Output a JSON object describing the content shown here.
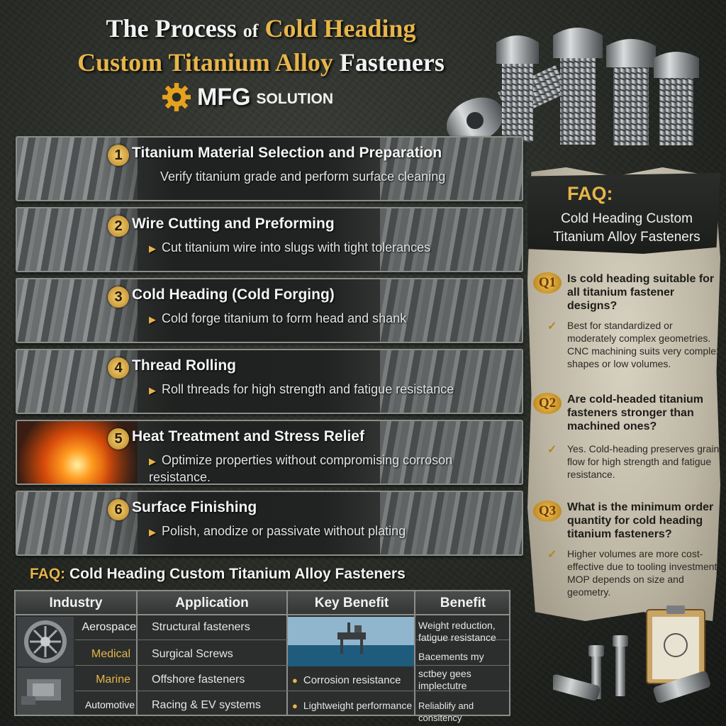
{
  "header": {
    "title_part1": "The Process",
    "title_of": "of",
    "title_part2": "Cold Heading",
    "title_line2_gold": "Custom Titanium Alloy",
    "title_line2_white": "Fasteners",
    "brand_name": "MFG",
    "brand_suffix": "SOLUTION"
  },
  "steps": [
    {
      "number": "1",
      "title": "Titanium Material Selection and Preparation",
      "desc": "Verify titanium grade and perform surface cleaning",
      "bullet": false
    },
    {
      "number": "2",
      "title": "Wire Cutting and Preforming",
      "desc": "Cut titanium wire into slugs with tight tolerances",
      "bullet": true
    },
    {
      "number": "3",
      "title": "Cold Heading (Cold Forging)",
      "desc": "Cold forge titanium to form head and shank",
      "bullet": true
    },
    {
      "number": "4",
      "title": "Thread Rolling",
      "desc": "Roll threads for high strength and fatigue resistance",
      "bullet": true
    },
    {
      "number": "5",
      "title": "Heat Treatment and Stress Relief",
      "desc": "Optimize properties without compromising corroson resistance.",
      "bullet": true
    },
    {
      "number": "6",
      "title": "Surface Finishing",
      "desc": "Polish, anodize or passivate without plating",
      "bullet": true
    }
  ],
  "faq": {
    "title": "FAQ:",
    "subtitle": "Cold Heading Custom Titanium Alloy Fasteners",
    "items": [
      {
        "badge": "Q1",
        "question": "Is cold heading suitable for all titanium fastener designs?",
        "answer": "Best for standardized or moderately complex geometries. CNC machining suits very complex shapes or low volumes."
      },
      {
        "badge": "Q2",
        "question": "Are cold-headed titanium fasteners stronger than machined ones?",
        "answer": "Yes. Cold-heading preserves grain flow for high strength and fatigue resistance."
      },
      {
        "badge": "Q3",
        "question": "What is the minimum order quantity for cold heading titanium fasteners?",
        "answer": "Higher volumes are more cost-effective due to tooling investment. MOP depends on size and geometry."
      }
    ]
  },
  "table": {
    "title_gold": "FAQ:",
    "title_rest": "Cold Heading Custom Titanium Alloy Fasteners",
    "headers": [
      "Industry",
      "Application",
      "Key Benefit",
      "Benefit"
    ],
    "rows": [
      {
        "industry": "Aerospace",
        "application": "Structural fasteners",
        "key_benefit": "",
        "benefit": "Weight reduction, fatigue resistance"
      },
      {
        "industry": "Medical",
        "application": "Surgical Screws",
        "key_benefit": "",
        "benefit": "Bacements my"
      },
      {
        "industry": "Marine",
        "application": "Offshore fasteners",
        "key_benefit": "Corrosion resistance",
        "benefit": "sctbey gees implectutre"
      },
      {
        "industry": "Automotive",
        "application": "Racing & EV systems",
        "key_benefit": "Lightweight performance",
        "benefit": "Reliablify and consitency"
      }
    ]
  },
  "colors": {
    "accent_gold": "#e6b54a",
    "parchment": "#cfc8b6",
    "dark_panel": "#2b2e2c"
  },
  "icons": [
    "gear-icon",
    "fastener-bolt-icon",
    "check-icon",
    "clipboard-icon",
    "offshore-platform-icon",
    "turbine-icon"
  ]
}
